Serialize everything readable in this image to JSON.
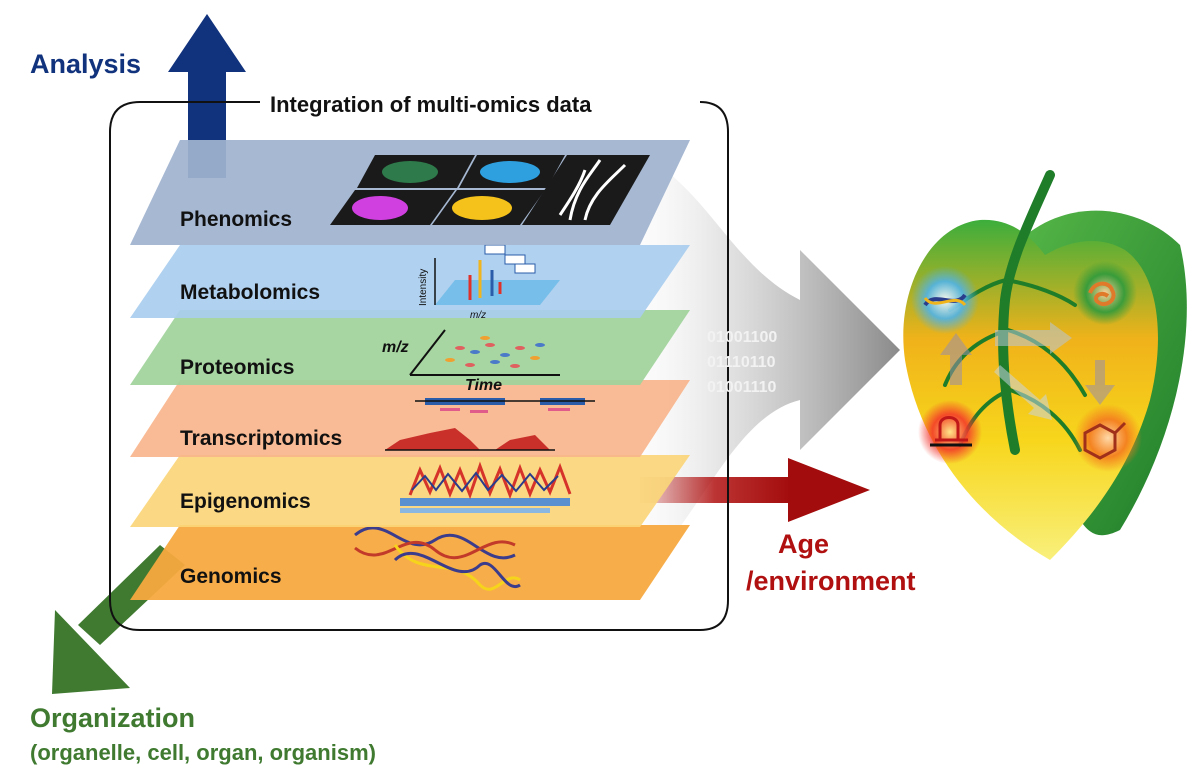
{
  "axes": {
    "analysis": "Analysis",
    "organization": "Organization",
    "organization_levels": "(organelle, cell, organ, organism)",
    "age": "Age",
    "environment": "/environment"
  },
  "box_title": "Integration of multi-omics data",
  "layers": [
    {
      "label": "Phenomics"
    },
    {
      "label": "Metabolomics"
    },
    {
      "label": "Proteomics"
    },
    {
      "label": "Transcriptomics"
    },
    {
      "label": "Epigenomics"
    },
    {
      "label": "Genomics"
    }
  ],
  "plot_labels": {
    "intensity": "Intensity",
    "mz_small": "m/z",
    "mz": "m/z",
    "time": "Time"
  },
  "binary": [
    "01001100",
    "01110110",
    "01001110"
  ],
  "colors": {
    "analysis": "#11327c",
    "organization": "#3f7a30",
    "age": "#b01010",
    "phenomics": "#9fb3cf",
    "metabolomics": "#a9cdee",
    "proteomics": "#9fd39a",
    "transcriptomics": "#f8b48a",
    "epigenomics": "#fbd67a",
    "genomics": "#f7a93f"
  },
  "icons": [
    "dna-icon",
    "protein-icon",
    "rna-icon",
    "metabolite-icon",
    "leaf-icon"
  ]
}
